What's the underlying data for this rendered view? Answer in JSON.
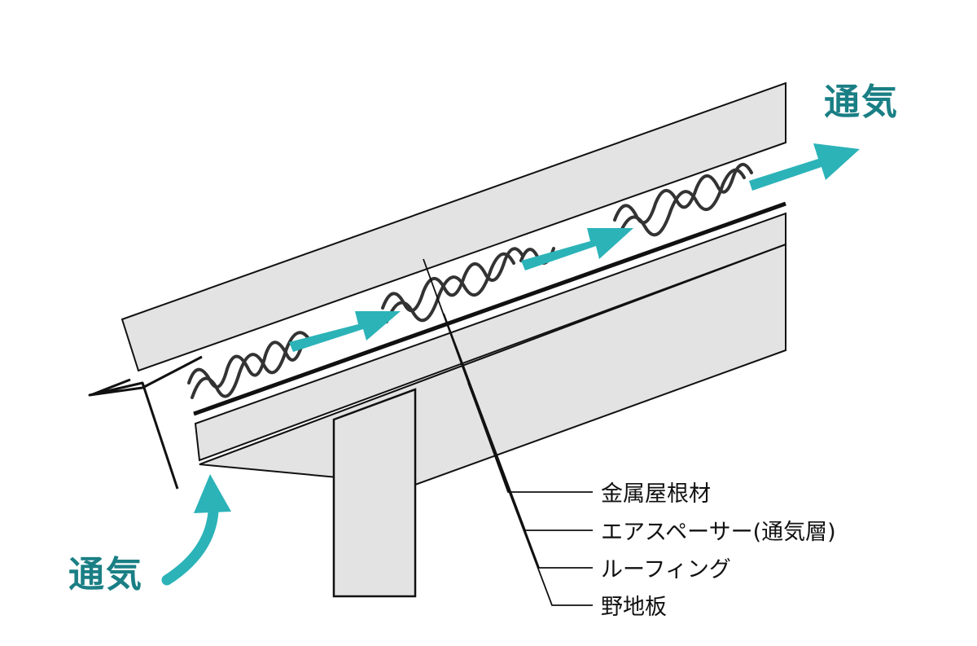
{
  "airflow_label_out": "通気",
  "airflow_label_in": "通気",
  "layers": [
    "金属屋根材",
    "エアスペーサー(通気層)",
    "ルーフィング",
    "野地板"
  ],
  "colors": {
    "panel_fill": "#e3e3e3",
    "outline": "#111111",
    "arrow": "#2bb3b8",
    "airflow_text": "#1a7f85"
  },
  "icons": [
    "airflow-arrow-icon",
    "curved-airflow-arrow-icon"
  ]
}
